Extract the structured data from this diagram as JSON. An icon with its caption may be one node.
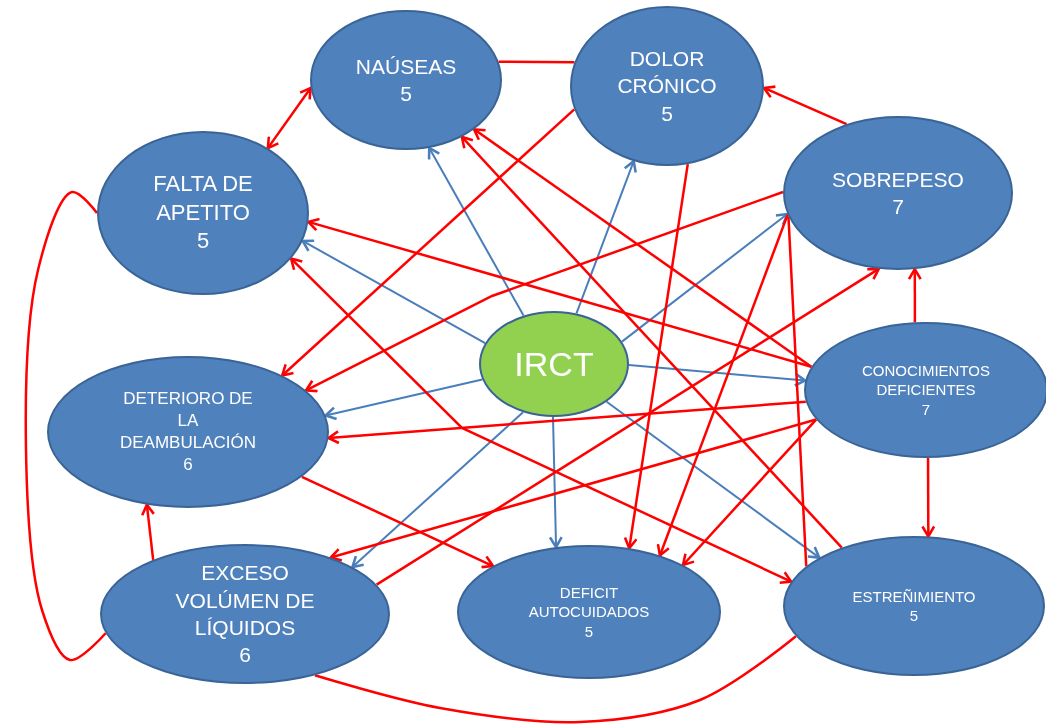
{
  "diagram": {
    "nodes": [
      {
        "text": [
          "NAÚSEAS",
          "5"
        ]
      },
      {
        "text": [
          "DOLOR CRÓNICO",
          "5"
        ]
      },
      {
        "text": [
          "FALTA DE APETITO",
          "5"
        ]
      },
      {
        "text": [
          "SOBREPESO",
          "7"
        ]
      },
      {
        "text": [
          "IRCT"
        ]
      },
      {
        "text": [
          "CONOCIMIENTOS DEFICIENTES",
          "7"
        ]
      },
      {
        "text": [
          "DETERIORO DE LA DEAMBULACIÓN",
          "6"
        ]
      },
      {
        "text": [
          "EXCESO VOLÚMEN DE LÍQUIDOS",
          "6"
        ]
      },
      {
        "text": [
          "DEFICIT AUTOCUIDADOS",
          "5"
        ]
      },
      {
        "text": [
          "ESTREÑIMIENTO",
          "5"
        ]
      }
    ],
    "edges": [
      {
        "from": 4,
        "to": 0,
        "arrow": "to",
        "color": "#4a7ebb"
      },
      {
        "from": 4,
        "to": 1,
        "arrow": "to",
        "color": "#4a7ebb"
      },
      {
        "from": 4,
        "to": 2,
        "arrow": "to",
        "color": "#4a7ebb"
      },
      {
        "from": 4,
        "to": 3,
        "arrow": "to",
        "color": "#4a7ebb"
      },
      {
        "from": 4,
        "to": 5,
        "arrow": "to",
        "color": "#4a7ebb"
      },
      {
        "from": 4,
        "to": 6,
        "arrow": "to",
        "color": "#4a7ebb"
      },
      {
        "from": 4,
        "to": 7,
        "arrow": "to",
        "color": "#4a7ebb"
      },
      {
        "from": 4,
        "to": 8,
        "arrow": "to",
        "color": "#4a7ebb"
      },
      {
        "from": 4,
        "to": 9,
        "arrow": "to",
        "color": "#4a7ebb"
      },
      {
        "from": 0,
        "to": 2,
        "arrow": "both"
      },
      {
        "from": 0,
        "to": 1,
        "arrow": "none"
      },
      {
        "from": 3,
        "to": 1,
        "arrow": "to"
      },
      {
        "from": 1,
        "to": 6,
        "arrow": "to"
      },
      {
        "from": 1,
        "to": 8,
        "arrow": "to"
      },
      {
        "from": 3,
        "to": 6,
        "arrow": "to"
      },
      {
        "from": 3,
        "to": 8,
        "arrow": "to"
      },
      {
        "from": 3,
        "to": 9,
        "arrow": "none"
      },
      {
        "from": 5,
        "to": 3,
        "arrow": "to"
      },
      {
        "from": 5,
        "to": 9,
        "arrow": "to"
      },
      {
        "from": 5,
        "to": 2,
        "arrow": "to"
      },
      {
        "from": 5,
        "to": 0,
        "arrow": "to"
      },
      {
        "from": 5,
        "to": 6,
        "arrow": "to"
      },
      {
        "from": 5,
        "to": 7,
        "arrow": "to"
      },
      {
        "from": 5,
        "to": 8,
        "arrow": "to"
      },
      {
        "from": 7,
        "to": 3,
        "arrow": "to"
      },
      {
        "from": 6,
        "to": 8,
        "arrow": "to"
      },
      {
        "from": 9,
        "to": 0,
        "arrow": "to"
      },
      {
        "from": 2,
        "to": 9,
        "arrow": "both"
      },
      {
        "from": 2,
        "to": 7,
        "arrow": "none"
      },
      {
        "from": 7,
        "to": 9,
        "arrow": "none"
      },
      {
        "from": 7,
        "to": 6,
        "arrow": "to"
      }
    ]
  }
}
